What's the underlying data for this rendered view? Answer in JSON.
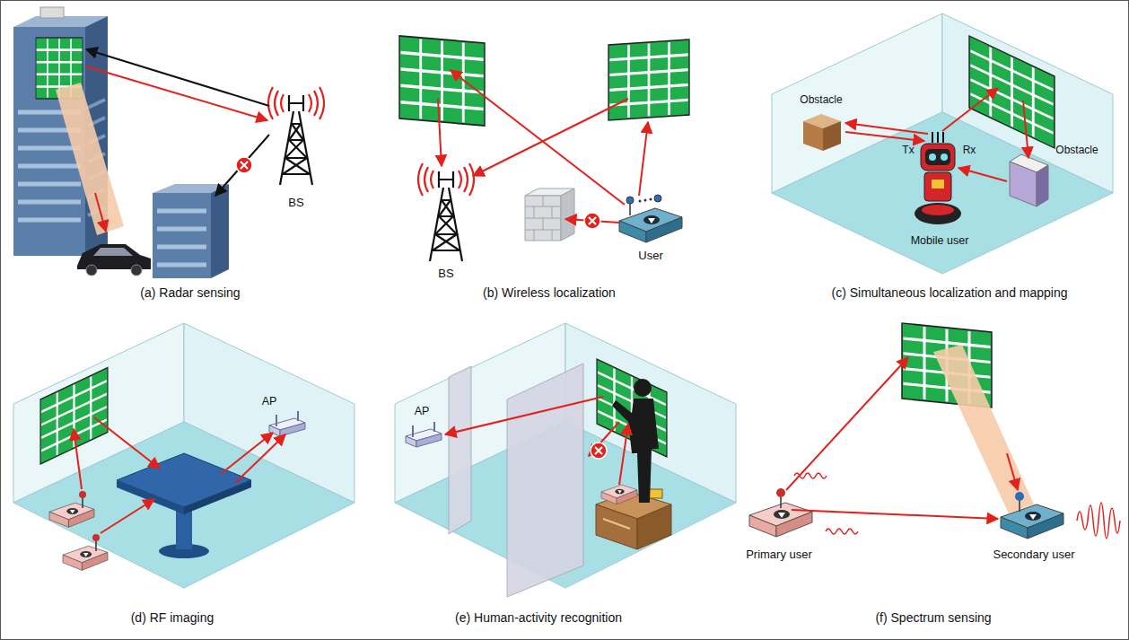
{
  "diagram": {
    "labels": [
      "BS",
      "(a) Radar sensing",
      "BS",
      "User",
      "(b) Wireless localization",
      "Obstacle",
      "Obstacle",
      "Tx",
      "Rx",
      "Mobile user",
      "(c) Simultaneous localization and mapping",
      "AP",
      "(d) RF imaging",
      "AP",
      "(e) Human-activity recognition",
      "Primary user",
      "Secondary user",
      "(f) Spectrum sensing"
    ]
  }
}
